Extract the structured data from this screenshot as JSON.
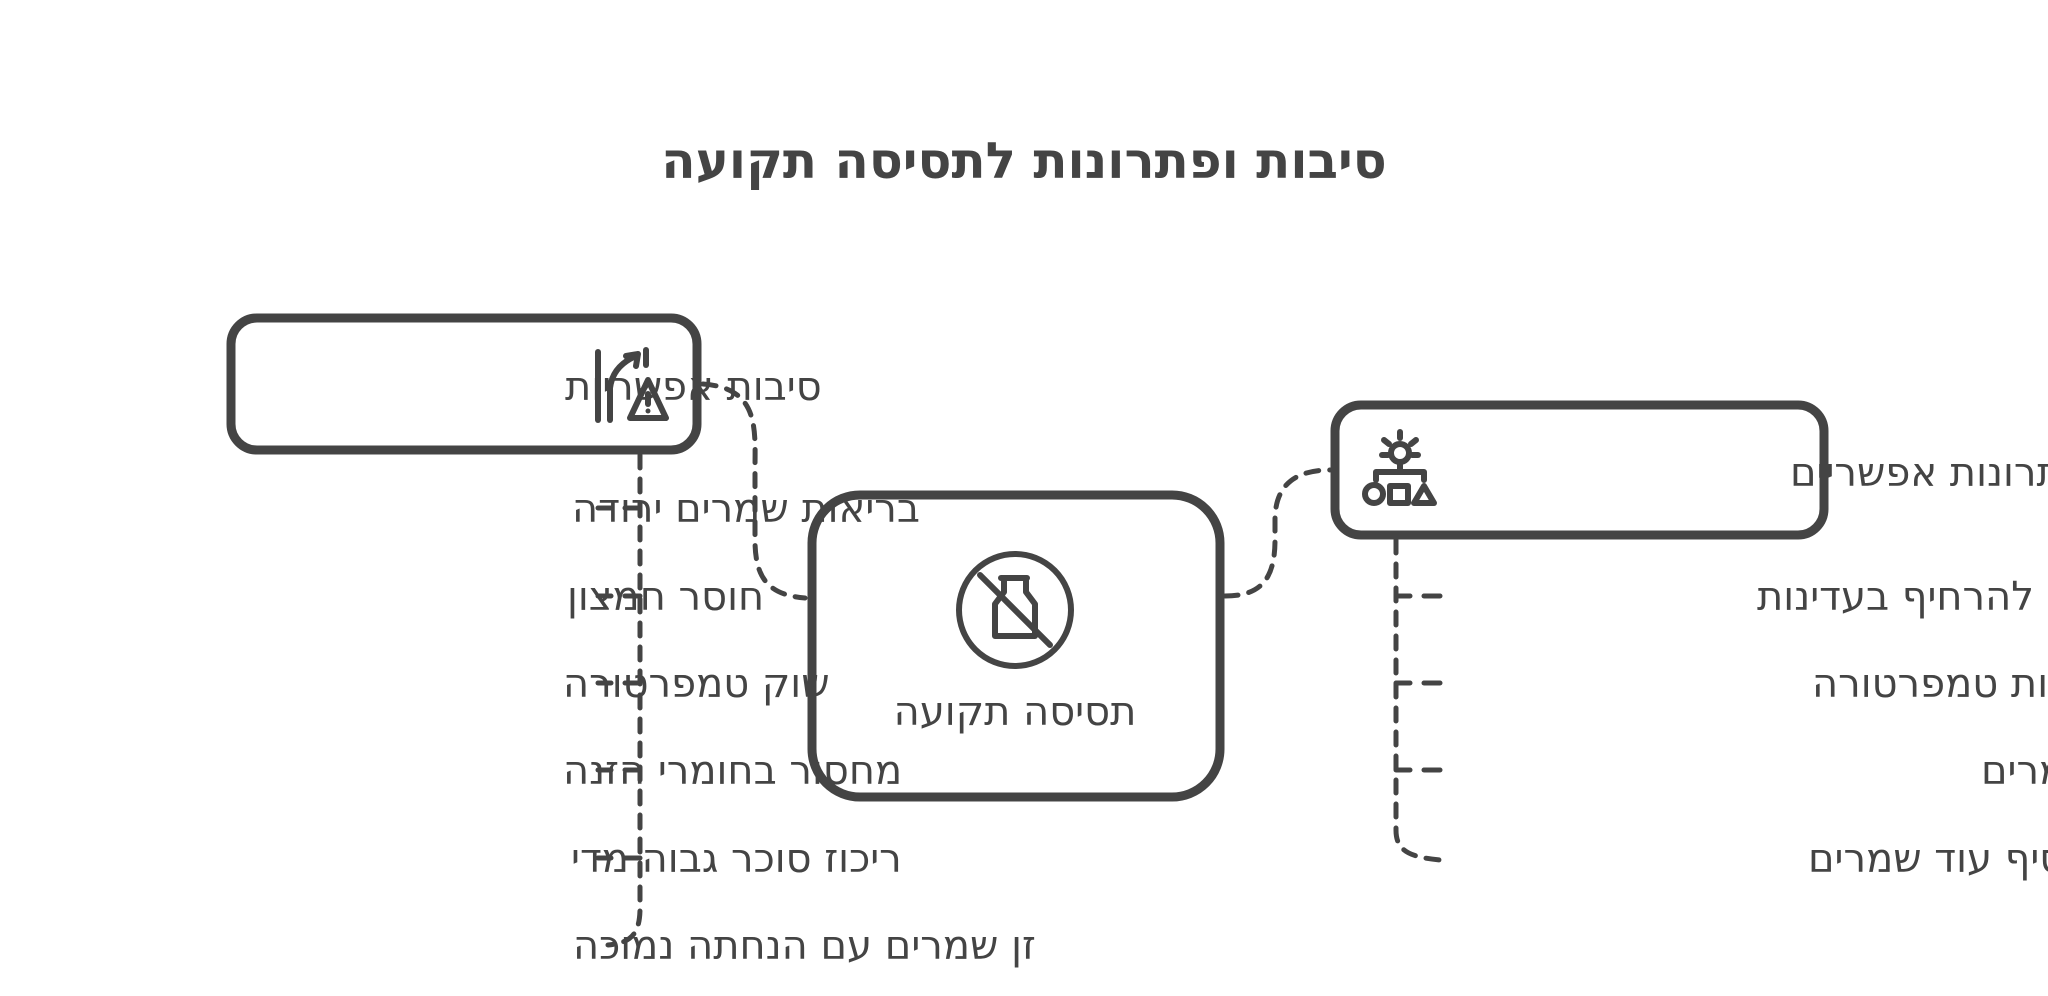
{
  "title": "סיבות ופתרונות לתסיסה תקועה",
  "center": {
    "label": "תסיסה תקועה",
    "icon": "no-milk-icon"
  },
  "causes": {
    "label": "סיבות אפשריות",
    "icon": "road-warning-icon",
    "items": [
      "בריאות שמרים ירודה",
      "חוסר חמצון",
      "שוק טמפרטורה",
      "מחסור בחומרי הזנה",
      "ריכוז סוכר גבוה מדי",
      "זן שמרים עם הנחתה נמוכה"
    ]
  },
  "solutions": {
    "label": "פתרונות אפשריים",
    "icon": "shapes-idea-icon",
    "items": [
      "להרחיף בעדינות",
      "להעלות טמפרטורה",
      "להוסיף חומרי הזנה לשמרים",
      "להוסיף עוד שמרים"
    ]
  },
  "colors": {
    "ink": "#444444",
    "background": "#ffffff"
  }
}
